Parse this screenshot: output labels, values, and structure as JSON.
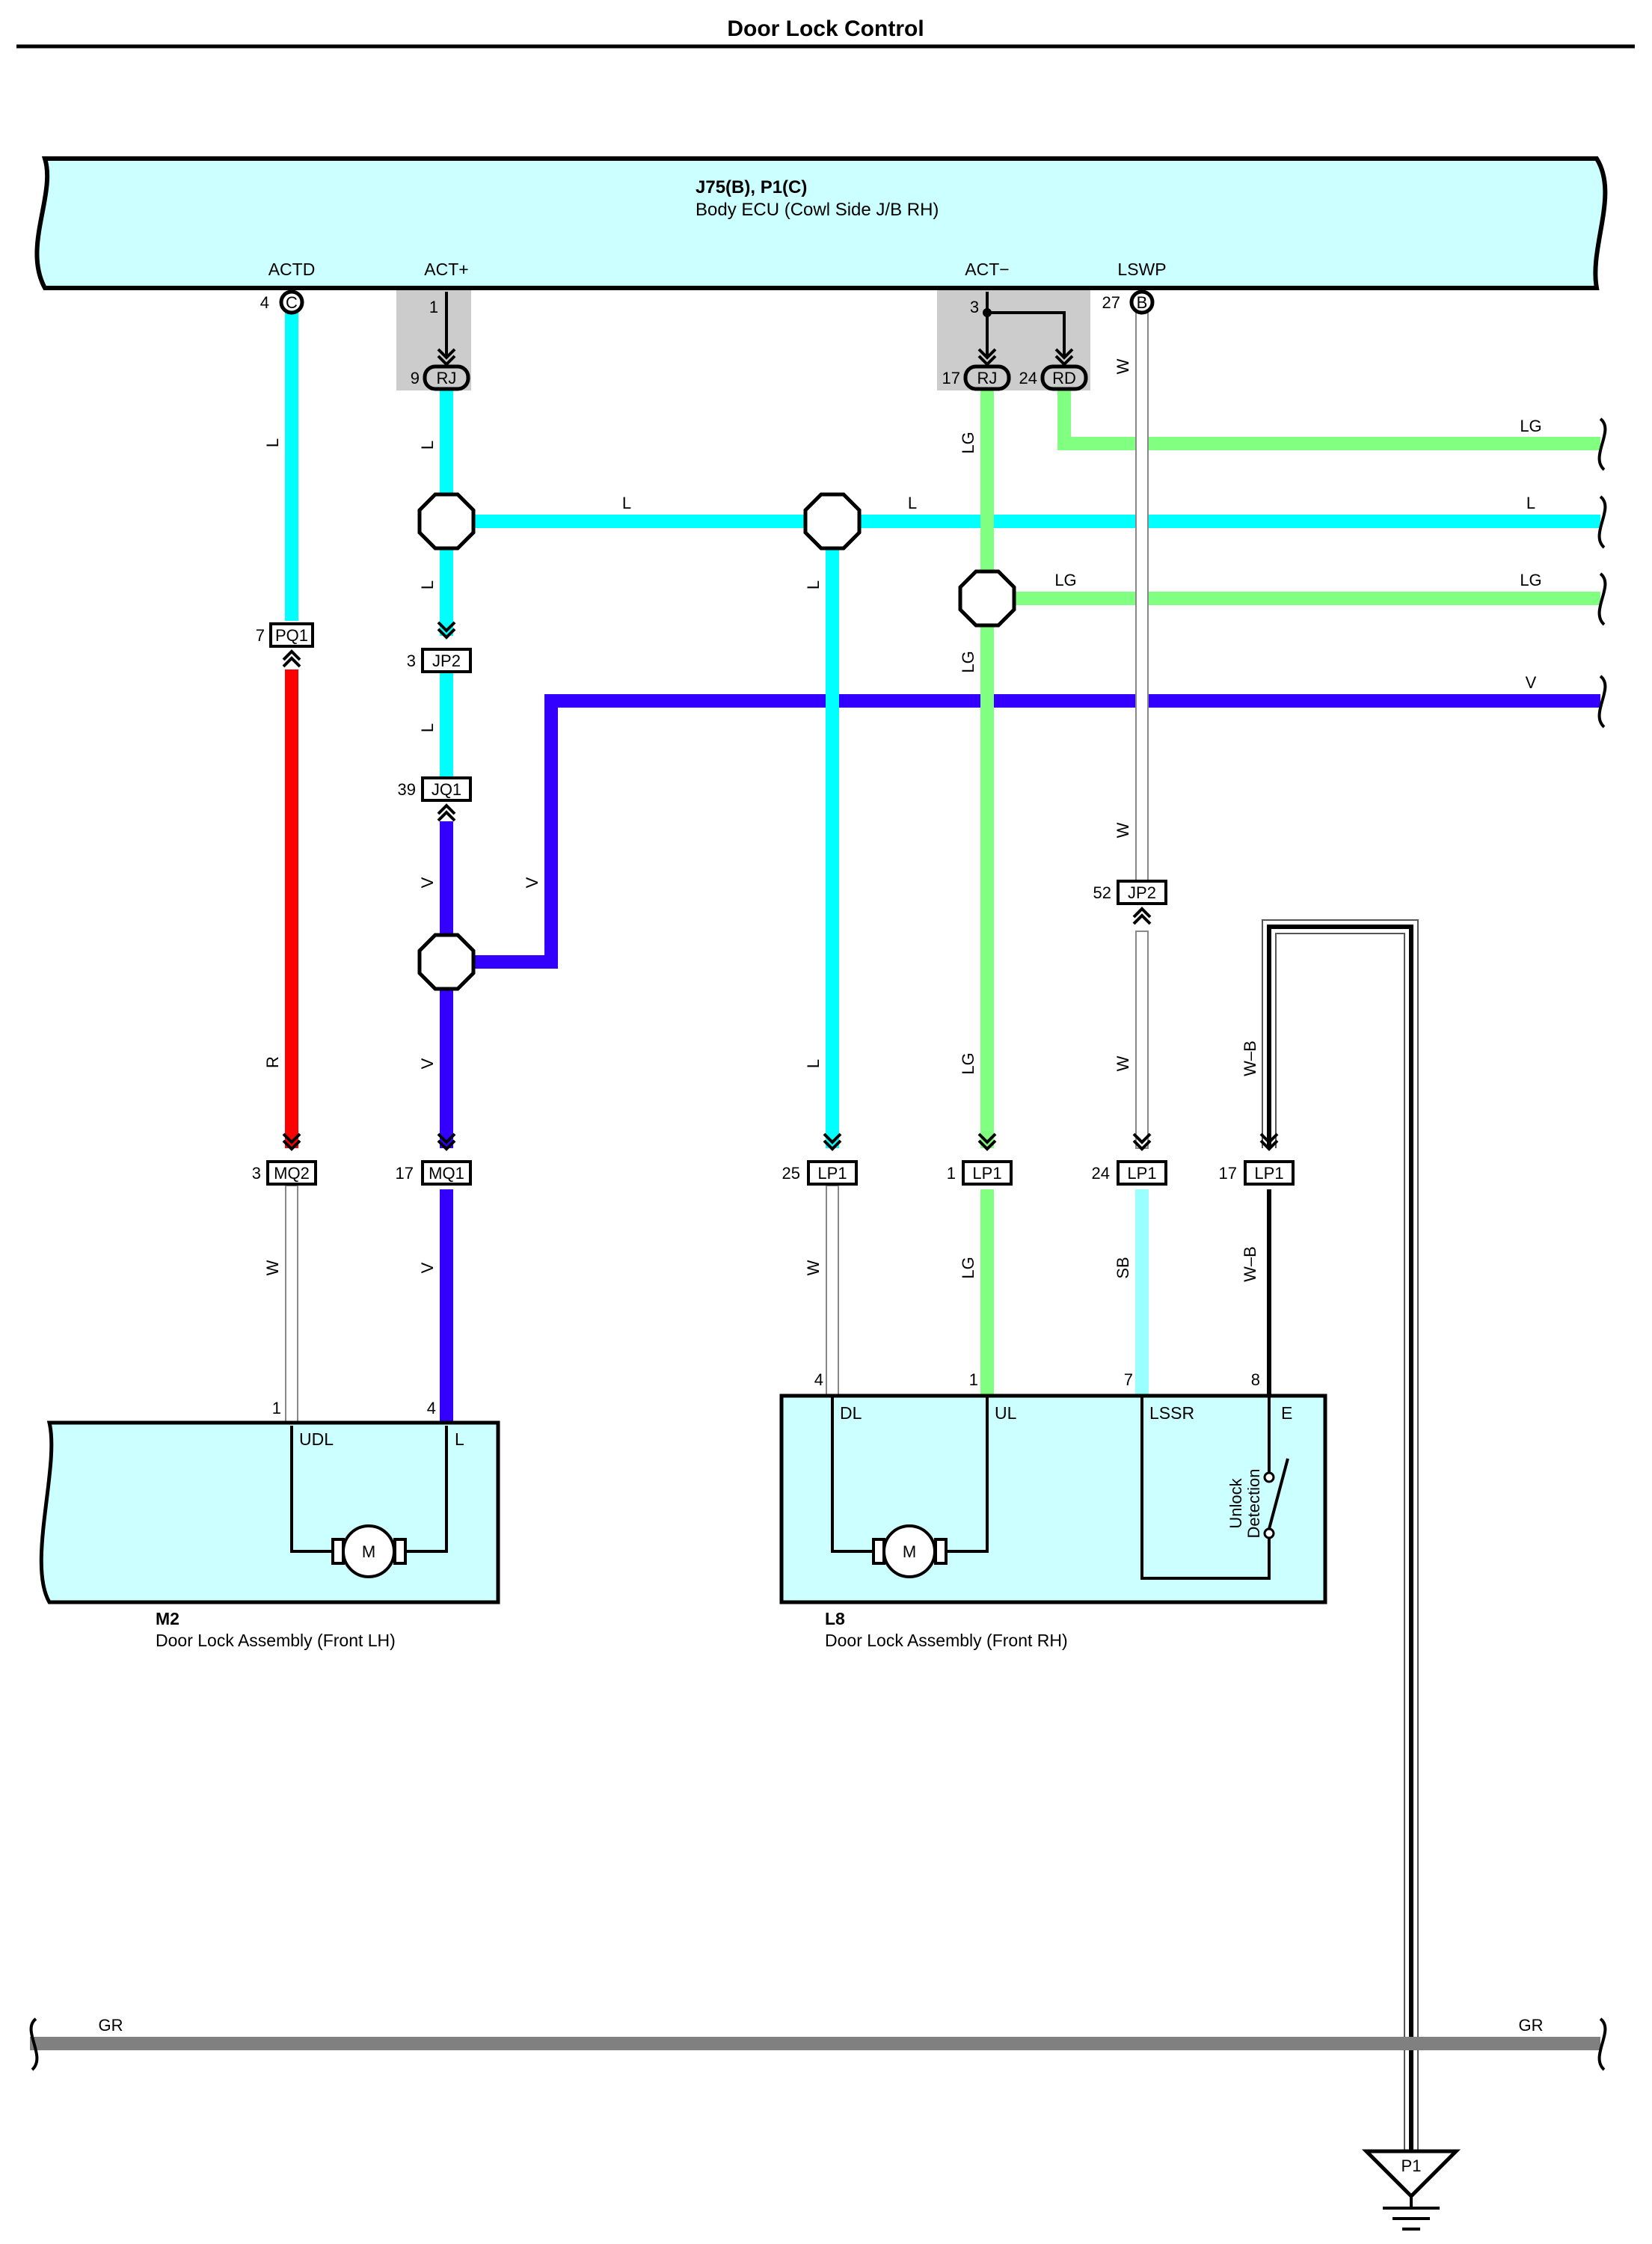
{
  "title": "Door Lock Control",
  "colors": {
    "L": "#00ffff",
    "LG": "#80ff80",
    "V": "#3300ff",
    "R": "#ff0000",
    "SB": "#99ffff",
    "GR": "#808080",
    "W": "#ffffff",
    "W-B": "#000000",
    "component_fill": "#ccffff",
    "shield": "#cccccc"
  },
  "ecu": {
    "code": "J75(B), P1(C)",
    "name": "Body ECU (Cowl Side J/B RH)",
    "terminals": {
      "actd": {
        "label": "ACTD",
        "pin": "4",
        "conn": "C"
      },
      "act_plus": {
        "label": "ACT+",
        "pin": "1"
      },
      "act_minus": {
        "label": "ACT−",
        "pin": "3"
      },
      "lswp": {
        "label": "LSWP",
        "pin": "27",
        "conn": "B"
      }
    }
  },
  "junctions": {
    "rj_9": {
      "pin": "9",
      "conn": "RJ"
    },
    "rj_17": {
      "pin": "17",
      "conn": "RJ"
    },
    "rd_24": {
      "pin": "24",
      "conn": "RD"
    }
  },
  "connectors": {
    "pq1": {
      "pin": "7",
      "name": "PQ1"
    },
    "jp2_3": {
      "pin": "3",
      "name": "JP2"
    },
    "jq1": {
      "pin": "39",
      "name": "JQ1"
    },
    "jp2_52": {
      "pin": "52",
      "name": "JP2"
    },
    "mq2": {
      "pin": "3",
      "name": "MQ2"
    },
    "mq1": {
      "pin": "17",
      "name": "MQ1"
    },
    "lp1_25": {
      "pin": "25",
      "name": "LP1"
    },
    "lp1_1": {
      "pin": "1",
      "name": "LP1"
    },
    "lp1_24": {
      "pin": "24",
      "name": "LP1"
    },
    "lp1_17": {
      "pin": "17",
      "name": "LP1"
    }
  },
  "wire_labels": {
    "l_actd": "L",
    "r_pq1": "R",
    "w_m2_1": "W",
    "l_act1": "L",
    "l_act2": "L",
    "l_act3": "L",
    "v_jq1": "V",
    "v_mq1a": "V",
    "v_mq1b": "V",
    "v_riser": "V",
    "l_h1": "L",
    "l_h2": "L",
    "l_h3": "L",
    "l_down": "L",
    "l_down2": "L",
    "w_l8_4": "W",
    "lg_top_right": "LG",
    "lg_h2a": "LG",
    "lg_h2b": "LG",
    "lg_v1": "LG",
    "lg_v2": "LG",
    "lg_v3": "LG",
    "lg_v4": "LG",
    "v_long": "V",
    "w_lswp1": "W",
    "w_lswp2": "W",
    "w_lswp3": "W",
    "sb": "SB",
    "wb1": "W–B",
    "wb2": "W–B",
    "gr_left": "GR",
    "gr_right": "GR"
  },
  "m2": {
    "code": "M2",
    "name": "Door Lock Assembly (Front LH)",
    "pin_udl": "1",
    "pin_l": "4",
    "term_udl": "UDL",
    "term_l": "L",
    "motor": "M"
  },
  "l8": {
    "code": "L8",
    "name": "Door Lock Assembly (Front RH)",
    "pin_dl": "4",
    "pin_ul": "1",
    "pin_lssr": "7",
    "pin_e": "8",
    "term_dl": "DL",
    "term_ul": "UL",
    "term_lssr": "LSSR",
    "term_e": "E",
    "motor": "M",
    "switch_line1": "Unlock",
    "switch_line2": "Detection"
  },
  "ground": {
    "name": "P1"
  }
}
